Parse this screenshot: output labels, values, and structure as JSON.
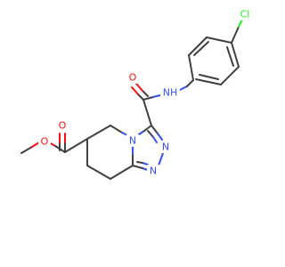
{
  "molecule": {
    "atom_labels": {
      "o_methoxy": "O",
      "o_ester_carbonyl": "O",
      "o_amide": "O",
      "n_amide": "NH",
      "n_ring_bridge": "N",
      "n_triazole_1": "N",
      "n_triazole_2": "N",
      "cl": "Cl"
    },
    "colors": {
      "carbon_bond": "#404040",
      "oxygen": "#ff0d0d",
      "nitrogen": "#3050f8",
      "chlorine": "#1ff01f",
      "background": "#ffffff"
    }
  }
}
